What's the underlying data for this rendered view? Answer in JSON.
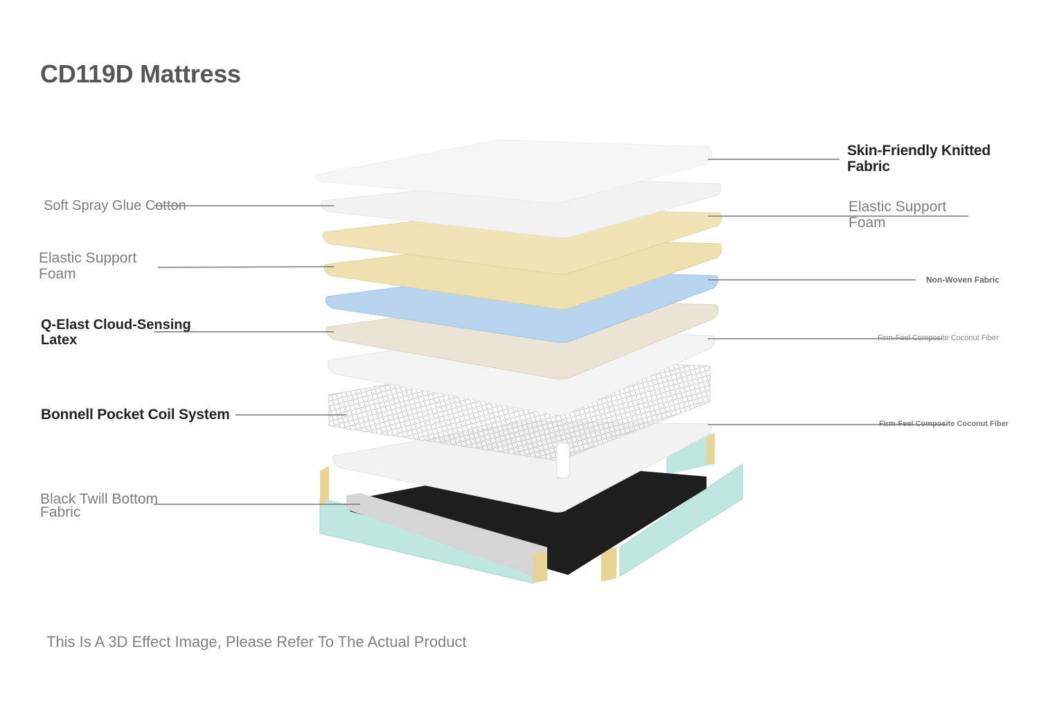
{
  "title": "CD119D Mattress",
  "labels_left": {
    "soft_spray": "Soft Spray Glue Cotton",
    "elastic_foam_line1": "Elastic Support",
    "elastic_foam_line2": "Foam",
    "latex_line1": "Q-Elast Cloud-Sensing",
    "latex_line2": "Latex",
    "coil": "Bonnell Pocket Coil System",
    "twill_line1": "Black Twill Bottom",
    "twill_line2": "Fabric"
  },
  "labels_right": {
    "skin_line1": "Skin-Friendly Knitted",
    "skin_line2": "Fabric",
    "elastic_foam_line1": "Elastic Support",
    "elastic_foam_line2": "Foam",
    "non_woven": "Non-Woven Fabric",
    "coconut_1": "Firm-Feel Composite Coconut Fiber",
    "coconut_2": "Firm-Feel Composite Coconut Fiber"
  },
  "disclaimer": "This Is A 3D Effect Image, Please Refer To The Actual Product",
  "colors": {
    "white_layer": "#f4f4f4",
    "foam_layer": "#f0e4b8",
    "non_woven_layer": "#b8d4ee",
    "latex_layer": "#ebe3d3",
    "coil": "#c8c8c8",
    "bottom_fabric": "#1e1e1e",
    "side_panel": "#bfe7e0",
    "leader_line": "#777777"
  }
}
